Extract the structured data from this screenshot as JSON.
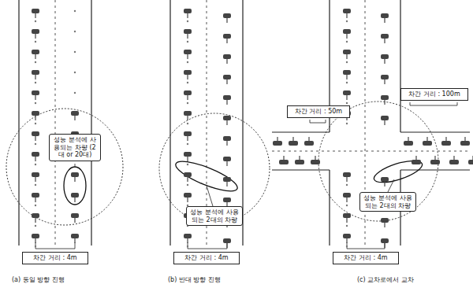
{
  "diagram": {
    "nodes": [
      {
        "text": [
          "성능 분석에 사용되는 차량 (2대 or 20대)"
        ]
      },
      {
        "text": [
          "차간 거리 : 4m"
        ]
      },
      {
        "text": [
          "성능 분석에 사용되는 2대의 차량"
        ]
      },
      {
        "text": [
          "차간 거리 : 4m"
        ]
      },
      {
        "text": [
          "차간 거리 : 50m"
        ]
      },
      {
        "text": [
          "차간 거리 : 100m"
        ]
      },
      {
        "text": [
          "성능 분석에 사용되는 2대의 차량"
        ]
      },
      {
        "text": [
          "차간 거리 : 4m"
        ]
      }
    ],
    "labels": [
      "(a) 동일 방향 진행",
      "(b) 반대 방향 진행",
      "(c) 교차로에서 교차"
    ]
  }
}
